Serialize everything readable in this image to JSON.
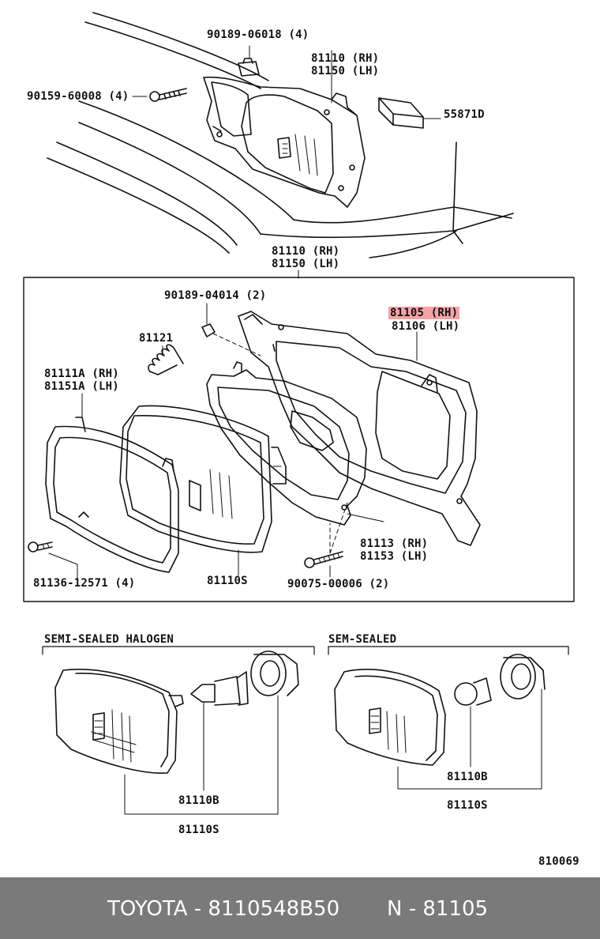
{
  "diagram": {
    "top_section": {
      "clip_label": "90189-06018 (4)",
      "screw_label": "90159-60008 (4)",
      "unit_label_rh": "81110 (RH)",
      "unit_label_lh": "81150 (LH)",
      "seal_label": "55871D"
    },
    "assembly": {
      "unit_label_rh": "81110 (RH)",
      "unit_label_lh": "81150 (LH)",
      "clip_label": "90189-04014 (2)",
      "spring_label": "81121",
      "housing_label_rh": "81105 (RH)",
      "housing_label_lh": "81106 (LH)",
      "rim_label_rh": "81111A (RH)",
      "rim_label_lh": "81151A (LH)",
      "bracket_label_rh": "81113 (RH)",
      "bracket_label_lh": "81153 (LH)",
      "screw_left_label": "81136-12571 (4)",
      "lamp_label": "81110S",
      "screw_right_label": "90075-00006 (2)",
      "highlight_color": "#f5a3a7"
    },
    "variants": [
      {
        "title": "SEMI-SEALED HALOGEN",
        "bulb_label": "81110B",
        "assembly_label": "81110S"
      },
      {
        "title": "SEM-SEALED",
        "bulb_label": "81110B",
        "assembly_label": "81110S"
      }
    ],
    "figure_number": "810069"
  },
  "footer": {
    "brand_part": "TOYOTA - 8110548B50",
    "ref": "N - 81105",
    "background_color": "#7a7a7a"
  }
}
